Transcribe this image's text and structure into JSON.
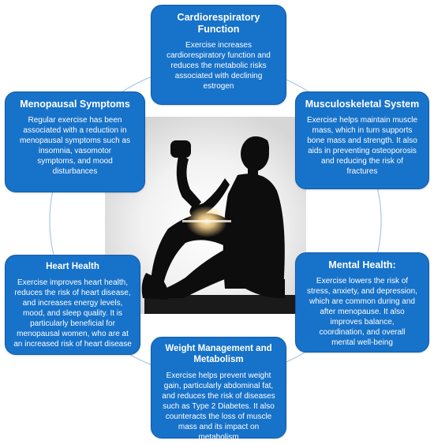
{
  "colors": {
    "box_fill": "#1772c9",
    "box_border": "#0f5ba8",
    "ring": "#a9c6e6",
    "text": "#ffffff"
  },
  "center_image": {
    "icon": "woman-exercising-silhouette-icon"
  },
  "boxes": {
    "cardio": {
      "title": "Cardiorespiratory Function",
      "lines": [
        "Exercise increases",
        "cardiorespiratory function and",
        "reduces the metabolic risks",
        "associated with declining",
        "estrogen"
      ]
    },
    "meno": {
      "title": "Menopausal Symptoms",
      "lines": [
        "Regular exercise has been",
        "associated with a reduction in",
        "menopausal symptoms such as",
        "insomnia, vasomotor",
        "symptoms, and mood",
        "disturbances"
      ]
    },
    "musc": {
      "title": "Musculoskeletal System",
      "lines": [
        "Exercise helps maintain muscle",
        "mass, which in turn supports",
        "bone mass and strength. It also",
        "aids in preventing osteoporosis",
        "and reducing the risk of",
        "fractures"
      ]
    },
    "heart": {
      "title": "Heart Health",
      "lines": [
        "Exercise improves heart health,",
        "reduces the risk of heart disease,",
        "and increases energy levels,",
        "mood, and sleep quality. It is",
        "particularly beneficial for",
        "menopausal women, who are at",
        "an increased risk of heart disease"
      ]
    },
    "mental": {
      "title": "Mental Health:",
      "lines": [
        "Exercise lowers the risk of",
        "stress, anxiety, and depression,",
        "which are common during and",
        "after menopause. It also",
        "improves balance,",
        "coordination, and overall",
        "mental well-being"
      ]
    },
    "weight": {
      "title": "Weight Management and Metabolism",
      "lines": [
        "Exercise helps prevent weight",
        "gain, particularly abdominal fat,",
        "and reduces the risk of diseases",
        "such as Type 2 Diabetes. It also",
        "counteracts the loss of muscle",
        "mass and its impact on",
        "metabolism"
      ]
    }
  }
}
